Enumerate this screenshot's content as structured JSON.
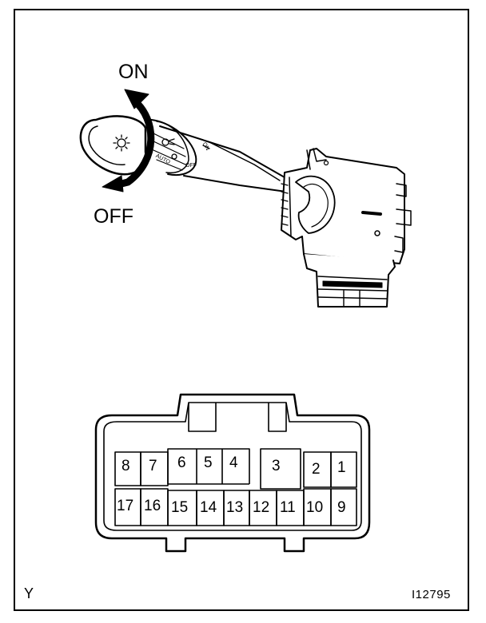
{
  "labels": {
    "on": "ON",
    "off": "OFF",
    "corner_letter": "Y",
    "figure_code": "I12795"
  },
  "switch_markings": {
    "auto": "AUTO",
    "on": "ON",
    "off": "OFF"
  },
  "connector": {
    "pins": [
      "1",
      "2",
      "3",
      "4",
      "5",
      "6",
      "7",
      "8",
      "9",
      "10",
      "11",
      "12",
      "13",
      "14",
      "15",
      "16",
      "17"
    ]
  }
}
